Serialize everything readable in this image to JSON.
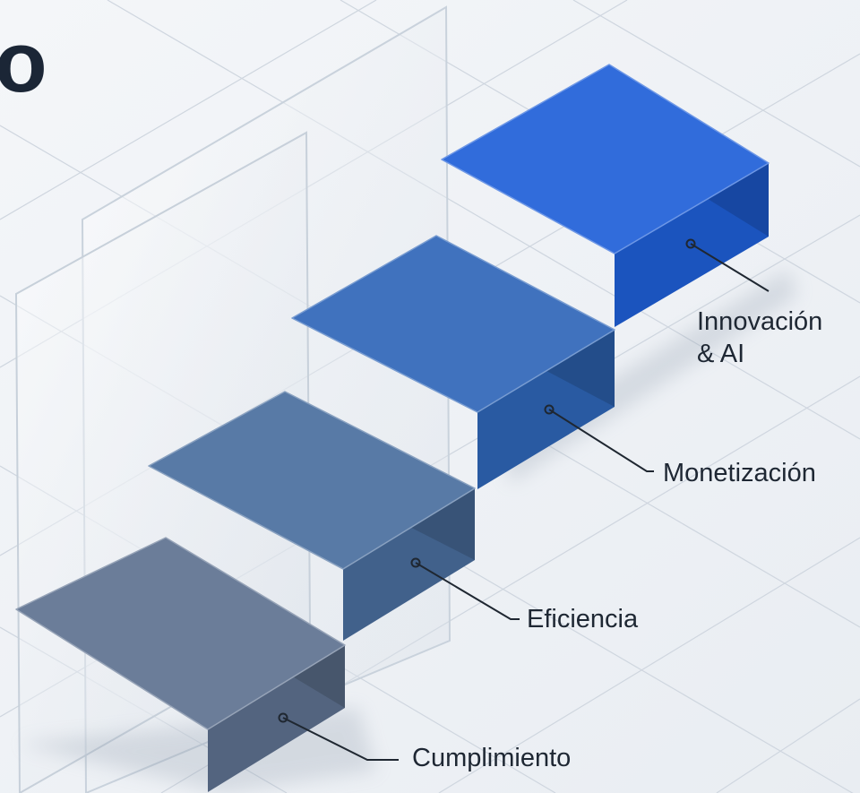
{
  "title_fragment": "o",
  "steps": [
    {
      "label_lines": [
        "Cumplimiento"
      ],
      "color": "#5e7290"
    },
    {
      "label_lines": [
        "Eficiencia"
      ],
      "color": "#4a6e9e"
    },
    {
      "label_lines": [
        "Monetización"
      ],
      "color": "#2f66b8"
    },
    {
      "label_lines": [
        "Innovación",
        "& AI"
      ],
      "color": "#1f5fd8"
    }
  ]
}
